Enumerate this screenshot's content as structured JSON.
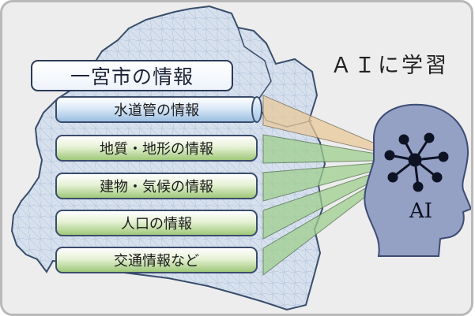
{
  "header": {
    "title": "一宮市の情報"
  },
  "label": {
    "learn": "ＡＩに学習"
  },
  "items": [
    {
      "label": "水道管の情報",
      "color": "blue"
    },
    {
      "label": "地質・地形の情報",
      "color": "green"
    },
    {
      "label": "建物・気候の情報",
      "color": "green"
    },
    {
      "label": "人口の情報",
      "color": "green"
    },
    {
      "label": "交通情報など",
      "color": "green"
    }
  ],
  "ai": {
    "label": "AI"
  },
  "colors": {
    "blue_beam": "#e9c99a",
    "green_beam": "#9fcf8f",
    "head": "#94a0c4",
    "map_fill": "#d8e2ef",
    "map_line": "#3a4e6b"
  }
}
